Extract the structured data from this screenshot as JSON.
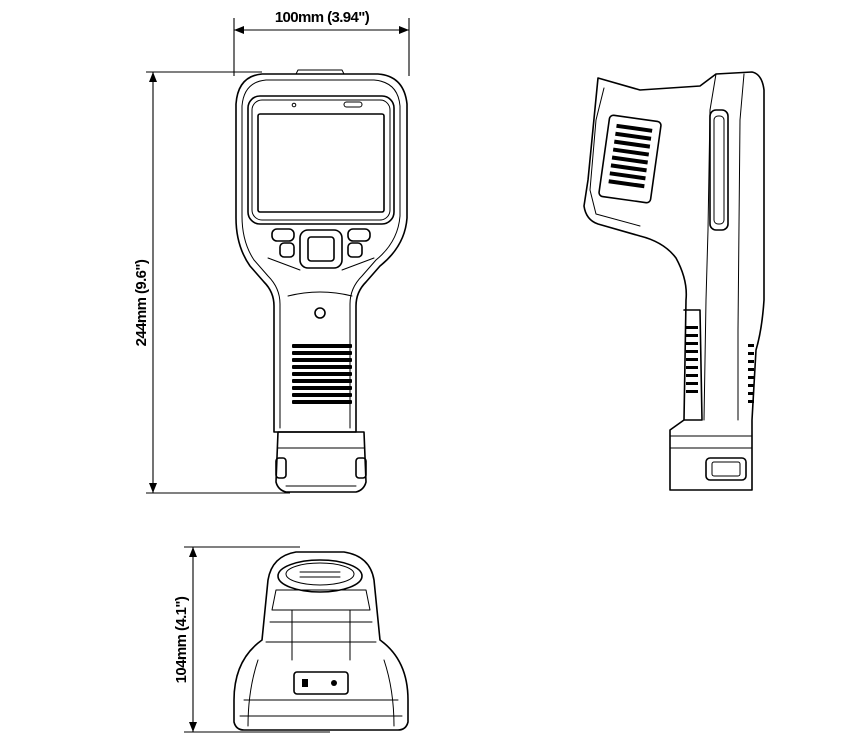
{
  "dimensions": {
    "width_label": "100mm (3.94\")",
    "height_label": "244mm (9.6\")",
    "depth_label": "104mm (4.1\")"
  },
  "views": [
    "front",
    "side",
    "bottom"
  ]
}
